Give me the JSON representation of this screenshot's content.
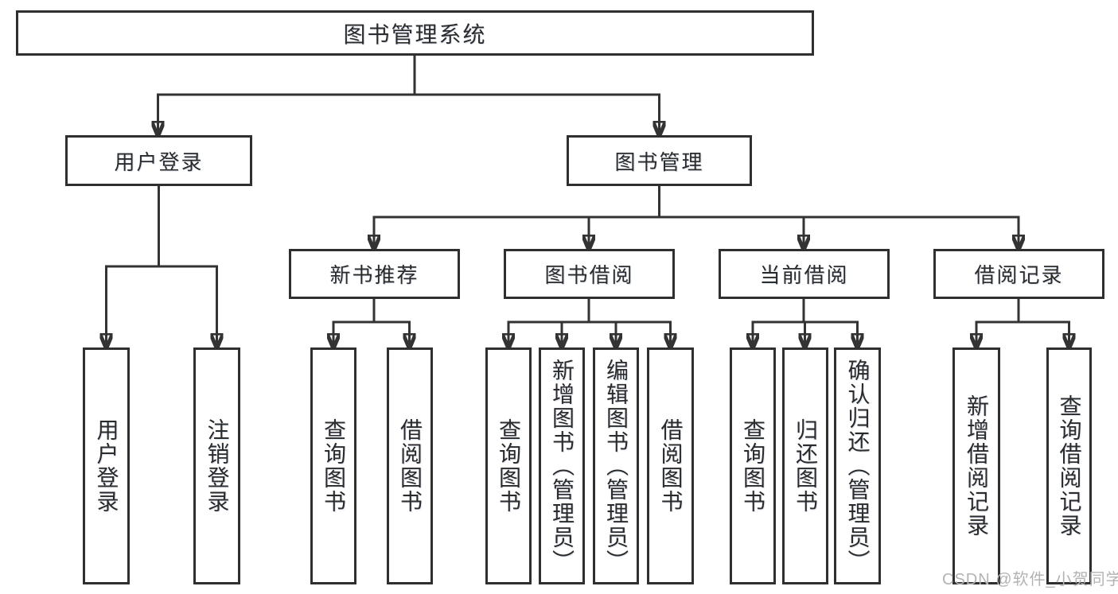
{
  "diagram": {
    "title": "图书管理系统",
    "type": "tree-structure-chart",
    "colors": {
      "line": "#333333",
      "box_border": "#2f2f2f",
      "box_fill": "#ffffff",
      "text": "#2b2b2b",
      "watermark_text": "#b3b3b3",
      "background": "#ffffff"
    },
    "tree": {
      "root": {
        "label": "图书管理系统"
      },
      "level2": [
        {
          "id": "user-login",
          "label": "用户登录"
        },
        {
          "id": "book-management",
          "label": "图书管理"
        }
      ],
      "level3": [
        {
          "id": "new-book-recommend",
          "label": "新书推荐",
          "parent": "book-management"
        },
        {
          "id": "book-borrow",
          "label": "图书借阅",
          "parent": "book-management"
        },
        {
          "id": "current-borrow",
          "label": "当前借阅",
          "parent": "book-management"
        },
        {
          "id": "borrow-records",
          "label": "借阅记录",
          "parent": "book-management"
        }
      ],
      "leaves": [
        {
          "id": "user-login-action",
          "label": "用户登录",
          "parent": "user-login"
        },
        {
          "id": "logout-action",
          "label": "注销登录",
          "parent": "user-login"
        },
        {
          "id": "nb-query-book",
          "label": "查询图书",
          "parent": "new-book-recommend"
        },
        {
          "id": "nb-borrow-book",
          "label": "借阅图书",
          "parent": "new-book-recommend"
        },
        {
          "id": "bb-query-book",
          "label": "查询图书",
          "parent": "book-borrow"
        },
        {
          "id": "bb-add-book-admin",
          "label": "新增图书（管理员）",
          "parent": "book-borrow"
        },
        {
          "id": "bb-edit-book-admin",
          "label": "编辑图书（管理员）",
          "parent": "book-borrow"
        },
        {
          "id": "bb-borrow-book",
          "label": "借阅图书",
          "parent": "book-borrow"
        },
        {
          "id": "cb-query-book",
          "label": "查询图书",
          "parent": "current-borrow"
        },
        {
          "id": "cb-return-book",
          "label": "归还图书",
          "parent": "current-borrow"
        },
        {
          "id": "cb-confirm-return-admin",
          "label": "确认归还（管理员）",
          "parent": "current-borrow"
        },
        {
          "id": "br-add-record",
          "label": "新增借阅记录",
          "parent": "borrow-records"
        },
        {
          "id": "br-query-record",
          "label": "查询借阅记录",
          "parent": "borrow-records"
        }
      ]
    },
    "watermark": {
      "label": "CSDN @软件_小贺同学"
    }
  }
}
